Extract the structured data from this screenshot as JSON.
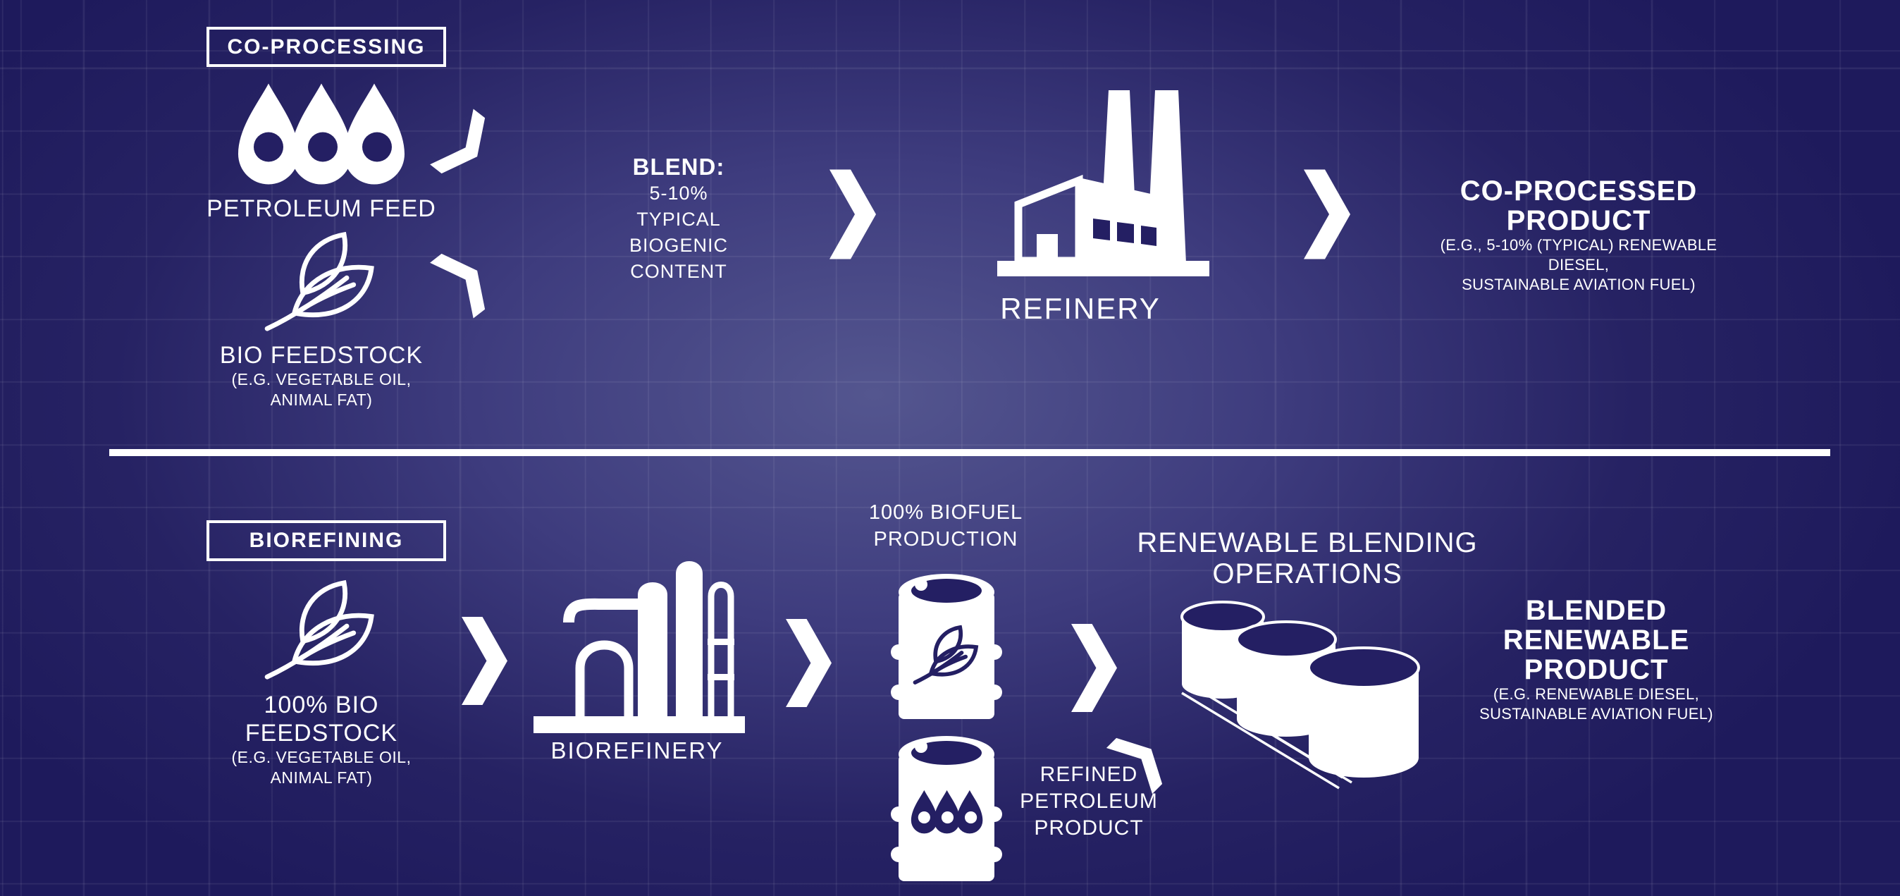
{
  "palette": {
    "background": "#1e1a5c",
    "background_glow": "#54568f",
    "foreground": "#ffffff",
    "icon_navy": "#241f63"
  },
  "coprocessing": {
    "tag": "CO-PROCESSING",
    "petroleum_feed_label": "PETROLEUM FEED",
    "bio_feedstock_label": "BIO FEEDSTOCK",
    "bio_feedstock_sub": "(E.G. VEGETABLE OIL,\nANIMAL FAT)",
    "blend_title": "BLEND:",
    "blend_body": "5-10%\nTYPICAL\nBIOGENIC\nCONTENT",
    "refinery_label": "REFINERY",
    "product_title": "CO-PROCESSED\nPRODUCT",
    "product_sub": "(E.G., 5-10% (TYPICAL) RENEWABLE DIESEL,\nSUSTAINABLE AVIATION FUEL)"
  },
  "biorefining": {
    "tag": "BIOREFINING",
    "feedstock_label": "100% BIO\nFEEDSTOCK",
    "feedstock_sub": "(E.G. VEGETABLE OIL,\nANIMAL FAT)",
    "biorefinery_label": "BIOREFINERY",
    "biofuel_label": "100% BIOFUEL\nPRODUCTION",
    "petroleum_label": "REFINED\nPETROLEUM\nPRODUCT",
    "blending_label": "RENEWABLE BLENDING\nOPERATIONS",
    "product_title": "BLENDED\nRENEWABLE\nPRODUCT",
    "product_sub": "(E.G. RENEWABLE DIESEL,\nSUSTAINABLE AVIATION FUEL)"
  }
}
